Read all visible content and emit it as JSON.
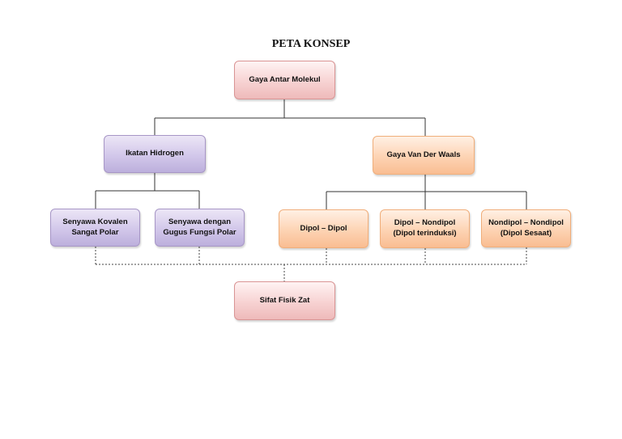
{
  "title": "PETA KONSEP",
  "nodes": {
    "root": "Gaya Antar Molekul",
    "hydrogen": "Ikatan Hidrogen",
    "vdw": "Gaya Van Der Waals",
    "kovalen": "Senyawa Kovalen\nSangat Polar",
    "gugus": "Senyawa dengan\nGugus Fungsi Polar",
    "dipol_dipol": "Dipol  –  Dipol",
    "dipol_nondipol": "Dipol – Nondipol\n(Dipol terinduksi)",
    "nondipol": "Nondipol – Nondipol\n(Dipol Sesaat)",
    "sifat": "Sifat Fisik Zat"
  },
  "colors": {
    "pink_border": "#d99494",
    "purple_border": "#a796c6",
    "orange_border": "#f0ae7a",
    "line": "#333333"
  }
}
